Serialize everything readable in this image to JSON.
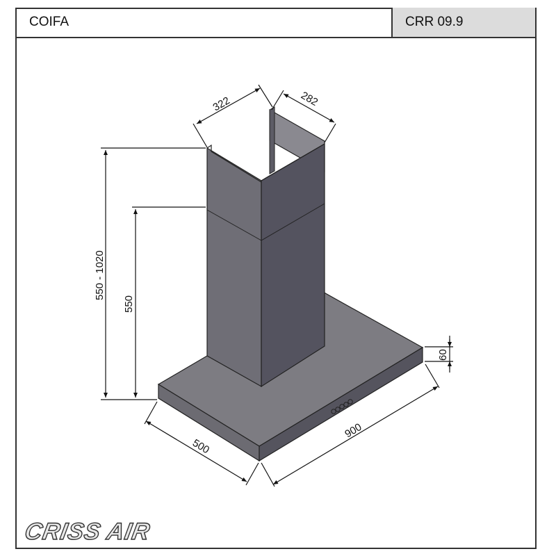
{
  "header": {
    "title": "COIFA",
    "model": "CRR 09.9"
  },
  "drawing": {
    "subject": "chimney range hood isometric view",
    "dimensions": {
      "chimney_width": "322",
      "chimney_depth": "282",
      "total_height_range": "550 - 1020",
      "lower_chimney_height": "550",
      "hood_thickness": "60",
      "hood_depth": "500",
      "hood_width": "900"
    },
    "control_buttons_count": 5
  },
  "brand": {
    "logo_text": "CRISS AIR"
  },
  "colors": {
    "frame": "#333333",
    "model_cell_bg": "#dcdcdc",
    "hood_top": "#7d7c82",
    "hood_front_left": "#6c6b72",
    "hood_front_right": "#55545e",
    "chimney_left": "#6f6e76",
    "chimney_right": "#54535f"
  }
}
